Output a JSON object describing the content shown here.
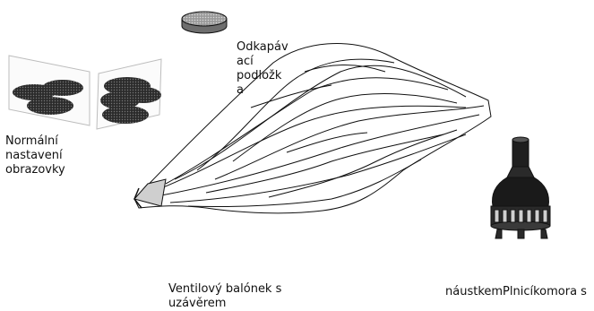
{
  "labels": {
    "pad": "Odkapáv\nací\npodložk\na",
    "screens": "Normální\nnastavení\nobrazovky",
    "balloon": "Ventilový balónek s\nuzávěrem",
    "chamber": "náustkemPlnicíkomora s"
  },
  "colors": {
    "ink": "#111111",
    "dark": "#2a2a2a",
    "grey": "#9a9a9a"
  }
}
